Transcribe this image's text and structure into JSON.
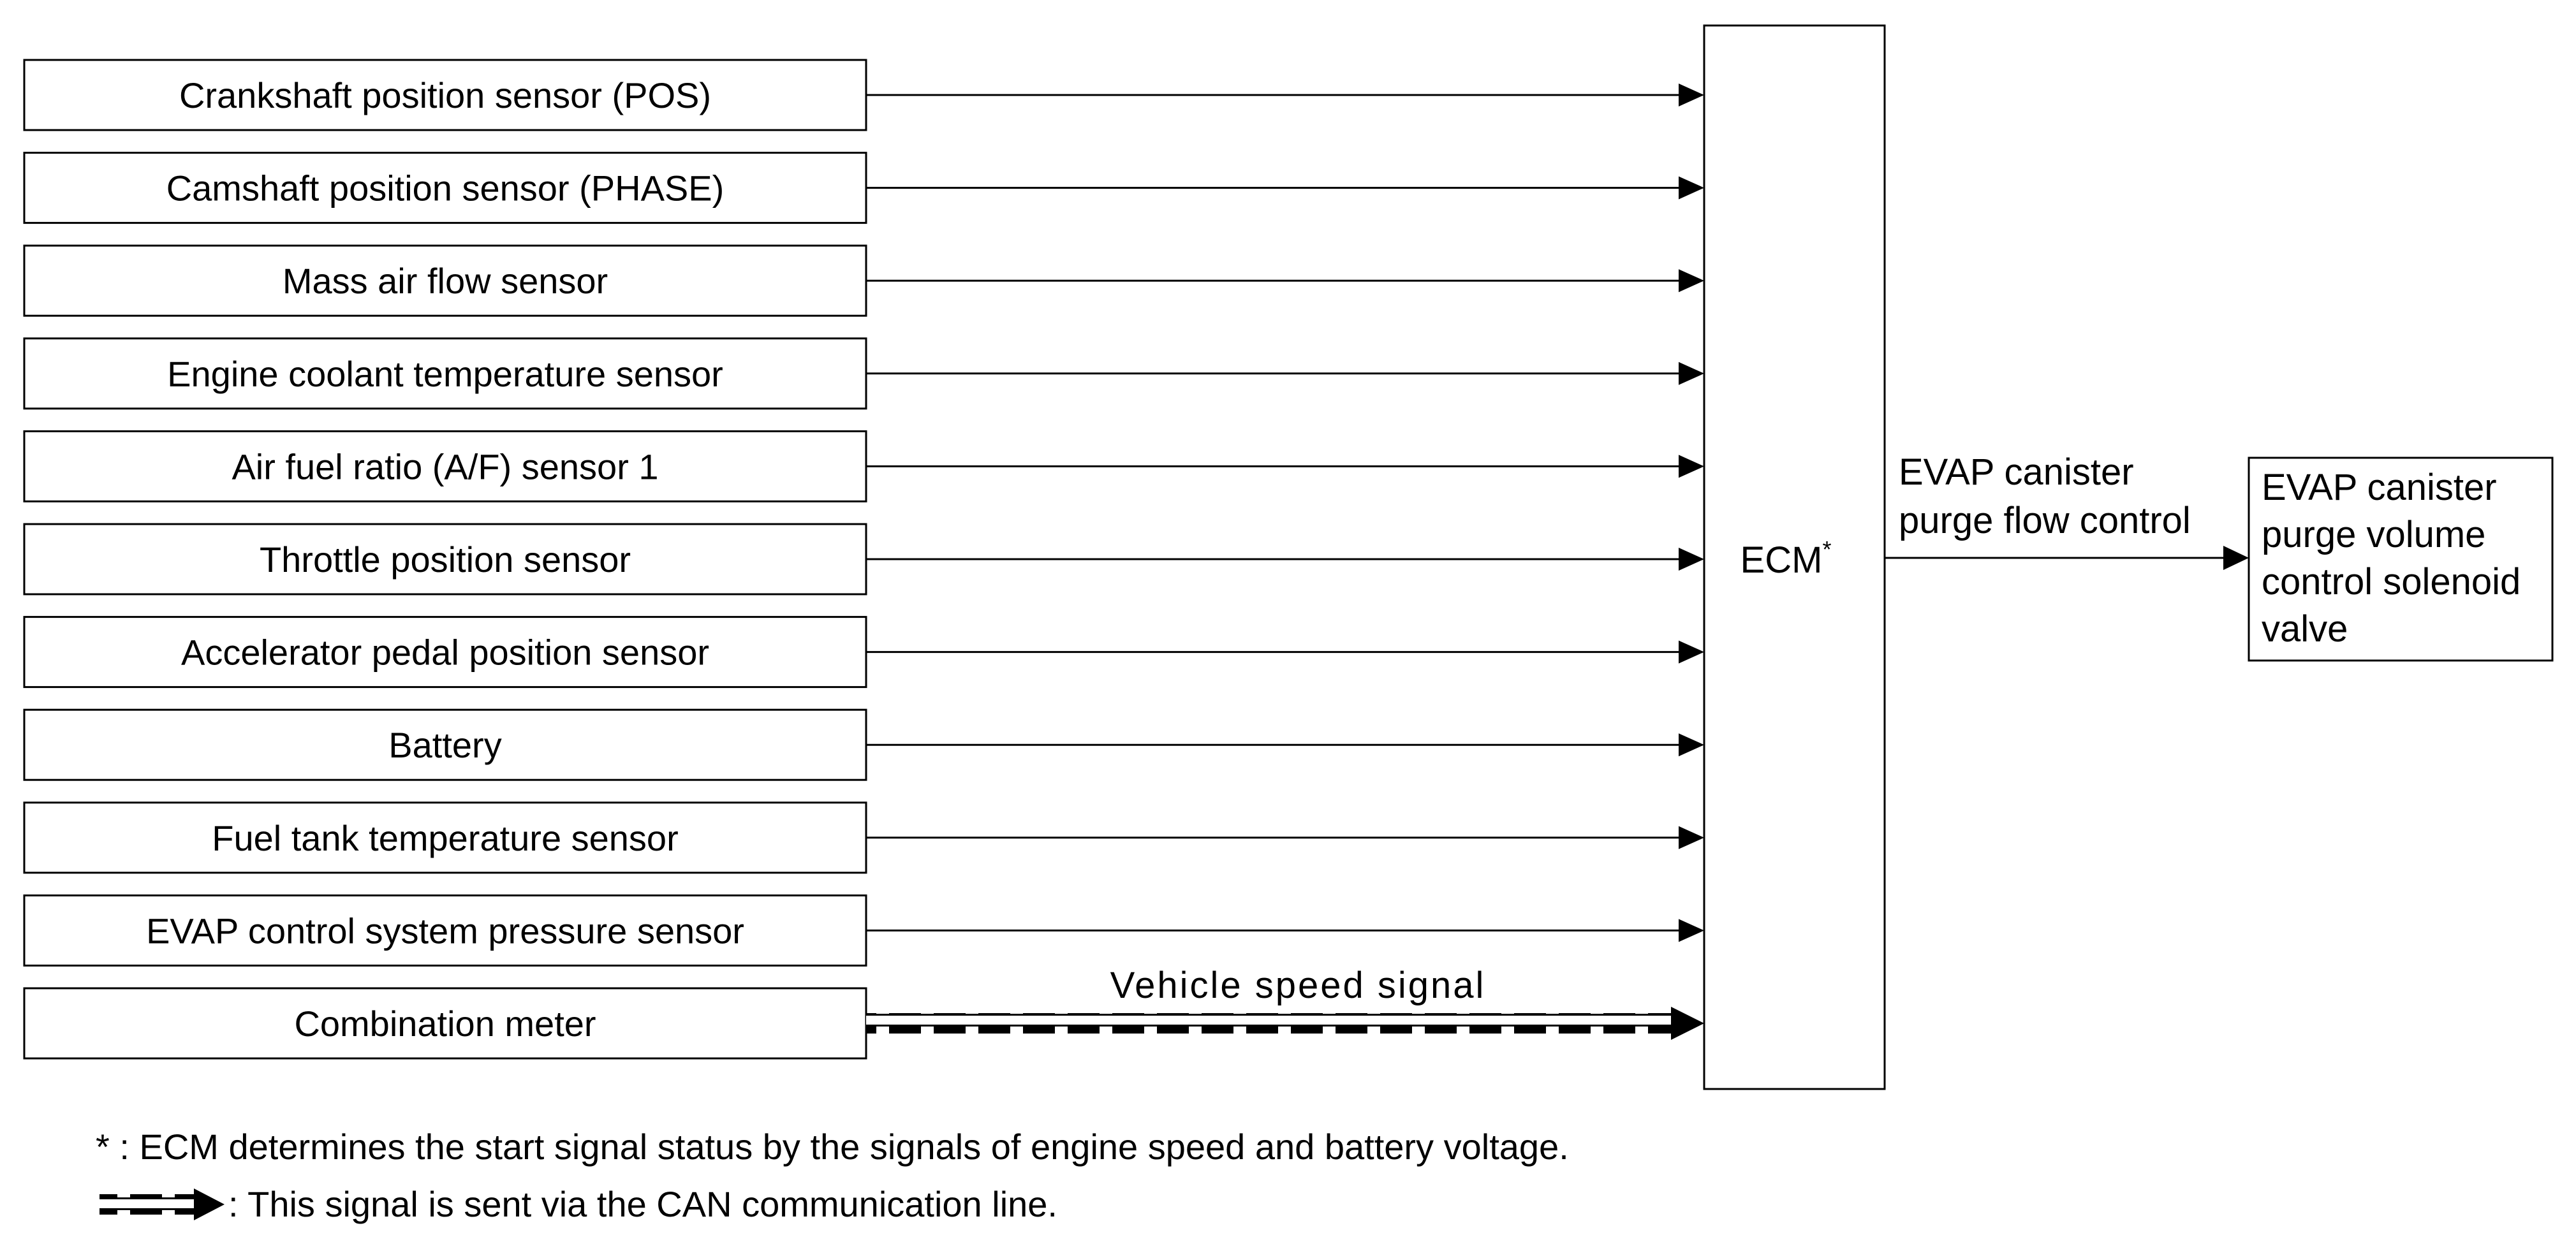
{
  "inputs": [
    {
      "label": "Crankshaft position sensor (POS)",
      "signal": "",
      "can": false
    },
    {
      "label": "Camshaft position sensor (PHASE)",
      "signal": "",
      "can": false
    },
    {
      "label": "Mass air flow sensor",
      "signal": "",
      "can": false
    },
    {
      "label": "Engine coolant temperature sensor",
      "signal": "",
      "can": false
    },
    {
      "label": "Air fuel ratio (A/F) sensor 1",
      "signal": "",
      "can": false
    },
    {
      "label": "Throttle position sensor",
      "signal": "",
      "can": false
    },
    {
      "label": "Accelerator pedal position sensor",
      "signal": "",
      "can": false
    },
    {
      "label": "Battery",
      "signal": "",
      "can": false
    },
    {
      "label": "Fuel tank temperature sensor",
      "signal": "",
      "can": false
    },
    {
      "label": "EVAP control system pressure sensor",
      "signal": "",
      "can": false
    },
    {
      "label": "Combination meter",
      "signal": "Vehicle speed signal",
      "can": true
    }
  ],
  "controller": {
    "label": "ECM",
    "mark": "*"
  },
  "output": {
    "signal_lines": [
      "EVAP canister",
      "purge flow control"
    ],
    "actuator_lines": [
      "EVAP canister",
      "purge volume",
      "control solenoid",
      "valve"
    ]
  },
  "notes": {
    "asterisk": "* : ECM determines the start signal status by the signals of engine speed and battery voltage.",
    "can": ": This signal is sent via the CAN communication line."
  }
}
